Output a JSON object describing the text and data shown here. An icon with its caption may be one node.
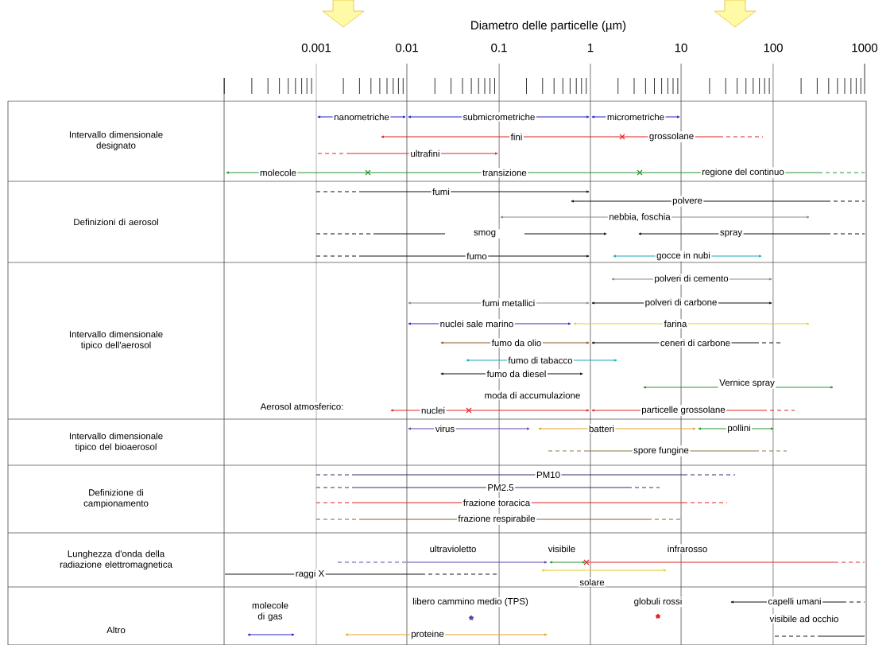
{
  "diagram": {
    "title": "Diametro delle particelle (µm)",
    "labels": [
      "0.001",
      "0.01",
      "0.1",
      "1",
      "10",
      "100",
      "1000",
      "Intervallo dimensionale designato",
      "nanometriche",
      "submicrometriche",
      "micrometriche",
      "fini",
      "grossolane",
      "ultrafini",
      "molecole",
      "transizione",
      "regione del continuo",
      "Definizioni di aerosol",
      "fumi",
      "polvere",
      "nebbia, foschia",
      "smog",
      "spray",
      "fumo",
      "gocce in nubi",
      "Intervallo dimensionale tipico dell'aerosol",
      "polveri di cemento",
      "fumi metallici",
      "polveri di carbone",
      "nuclei sale marino",
      "farina",
      "fumo da olio",
      "ceneri di carbone",
      "fumo di tabacco",
      "fumo da diesel",
      "Vernice spray",
      "moda di accumulazione",
      "Aerosol atmosferico:",
      "nuclei",
      "particelle grossolane",
      "Intervallo dimensionale tipico del bioaerosol",
      "virus",
      "batteri",
      "pollini",
      "spore fungine",
      "Definizione di campionamento",
      "PM10",
      "PM2.5",
      "frazione toracica",
      "frazione respirabile",
      "Lunghezza d'onda della radiazione elettromagnetica",
      "ultravioletto",
      "visibile",
      "infrarosso",
      "raggi X",
      "solare",
      "Altro",
      "molecole di gas",
      "libero cammino medio (TPS)",
      "proteine",
      "globuli rossi",
      "capelli umani",
      "visibile ad occhio"
    ]
  }
}
